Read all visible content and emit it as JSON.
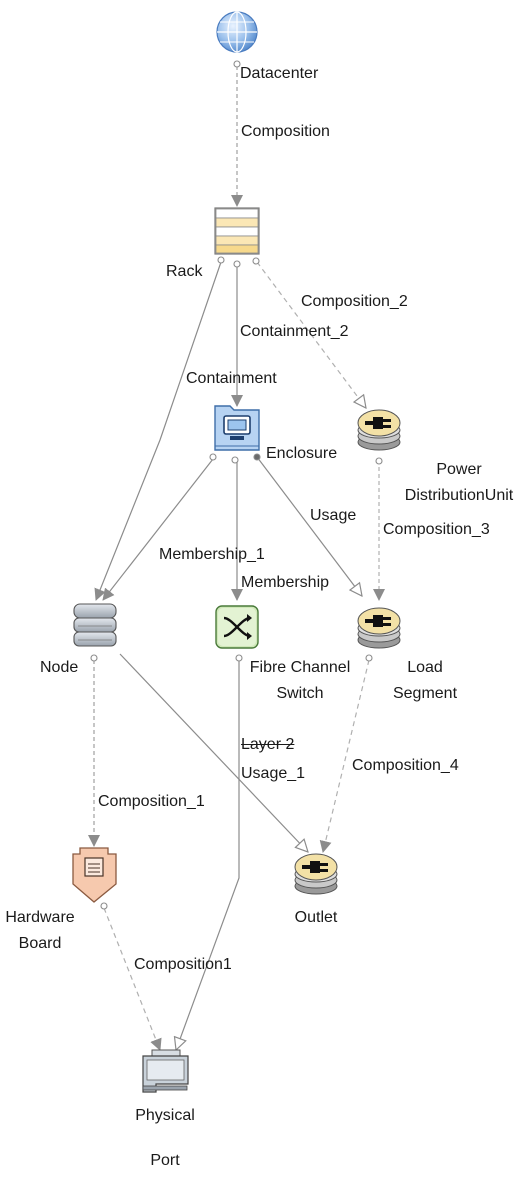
{
  "nodes": {
    "datacenter": {
      "label": "Datacenter",
      "icon": "globe-icon"
    },
    "rack": {
      "label": "Rack",
      "icon": "rack-icon"
    },
    "enclosure": {
      "label": "Enclosure",
      "icon": "enclosure-icon"
    },
    "power_distribution_unit": {
      "label_line1": "Power",
      "label_line2": "DistributionUnit",
      "icon": "power-plug-icon"
    },
    "node": {
      "label": "Node",
      "icon": "server-stack-icon"
    },
    "fibre_channel_switch": {
      "label_line1": "Fibre Channel",
      "label_line2": "Switch",
      "icon": "switch-icon"
    },
    "load_segment": {
      "label_line1": "Load",
      "label_line2": "Segment",
      "icon": "power-plug-icon"
    },
    "hardware_board": {
      "label_line1": "Hardware",
      "label_line2": "Board",
      "icon": "hardware-board-icon"
    },
    "outlet": {
      "label": "Outlet",
      "icon": "power-plug-icon"
    },
    "physical_port": {
      "label_line1": "Physical",
      "label_line2": "Port",
      "icon": "port-icon"
    }
  },
  "edges": {
    "composition": "Composition",
    "composition_2": "Composition_2",
    "containment_2": "Containment_2",
    "containment": "Containment",
    "composition_3": "Composition_3",
    "usage": "Usage",
    "membership_1": "Membership_1",
    "membership": "Membership",
    "layer_2": "Layer 2",
    "usage_1": "Usage_1",
    "composition_4": "Composition_4",
    "composition_1": "Composition_1",
    "composition1": "Composition1"
  },
  "colors": {
    "line": "#9a9a9a",
    "arrow": "#8a8a8a",
    "text": "#1a1a1a"
  }
}
